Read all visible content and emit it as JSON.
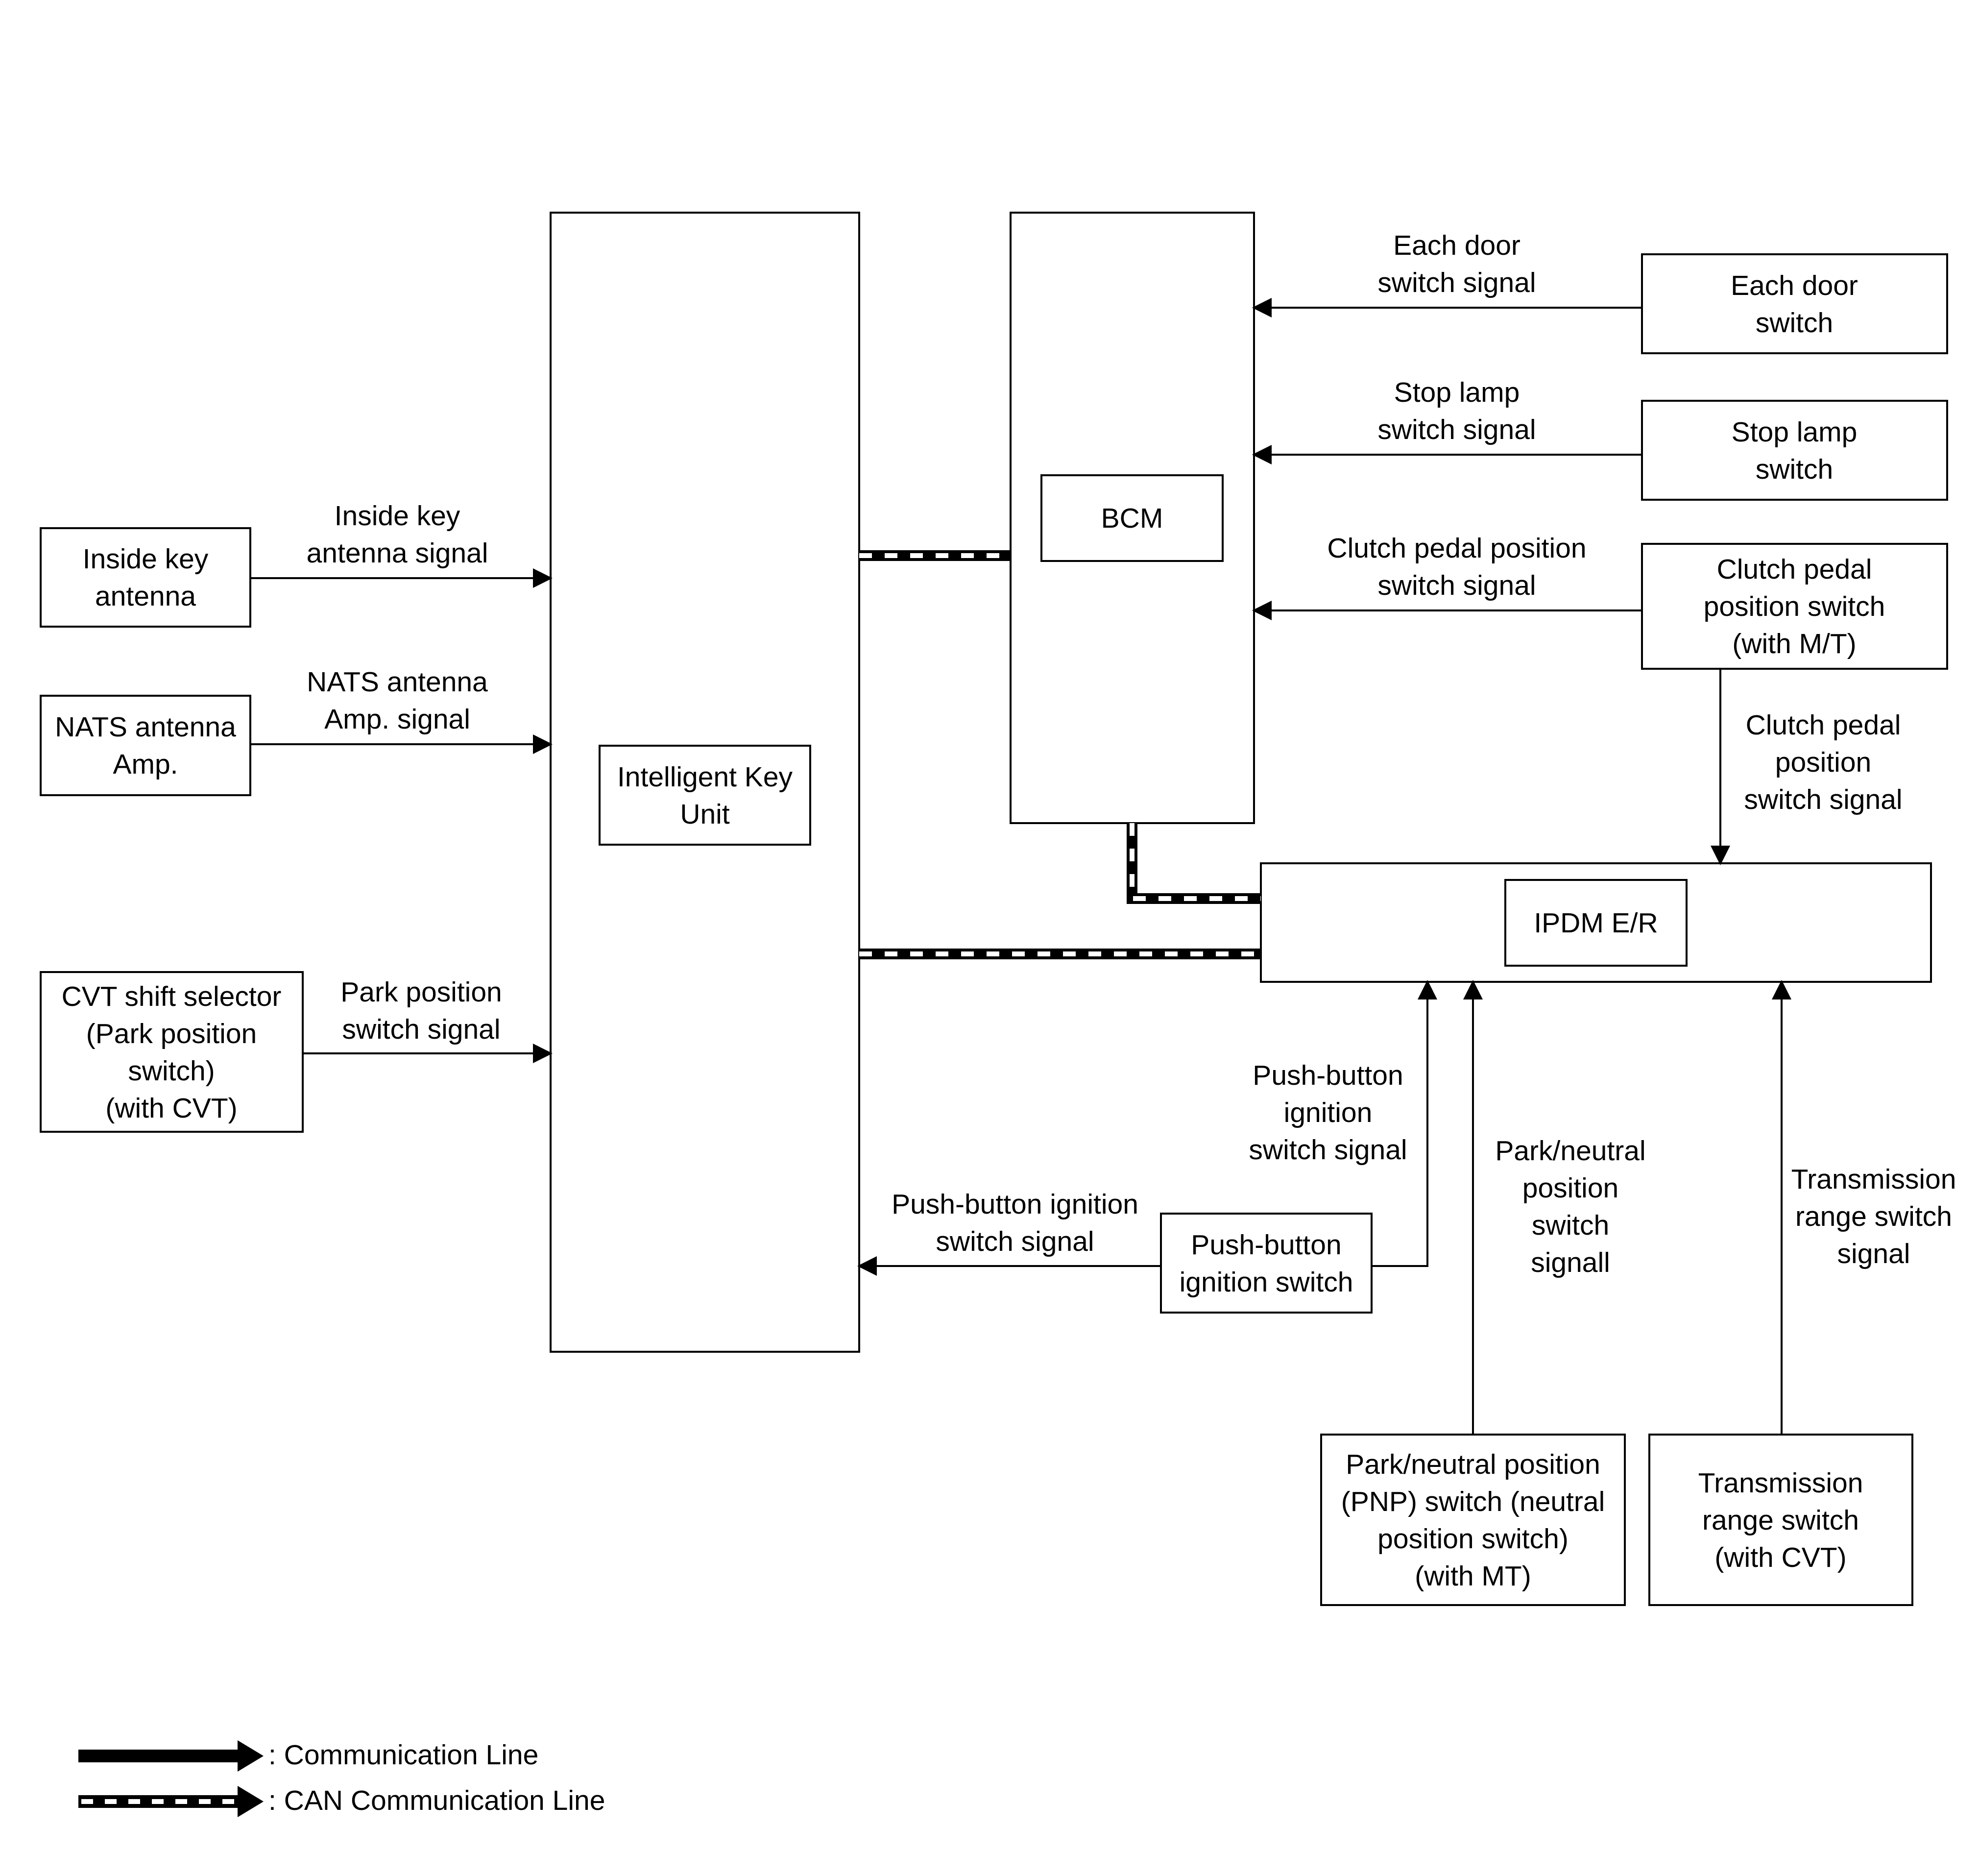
{
  "blocks": {
    "intelligent_key_unit": "Intelligent Key\nUnit",
    "bcm": "BCM",
    "ipdm_er": "IPDM E/R",
    "inside_key_antenna": "Inside key\nantenna",
    "nats_antenna_amp": "NATS antenna\nAmp.",
    "cvt_shift_selector": "CVT shift selector\n(Park position\nswitch)\n(with CVT)",
    "each_door_switch": "Each door\nswitch",
    "stop_lamp_switch": "Stop lamp\nswitch",
    "clutch_pedal_position_switch": "Clutch pedal\nposition switch\n(with M/T)",
    "push_button_ignition_switch": "Push-button\nignition switch",
    "pnp_switch": "Park/neutral position\n(PNP) switch (neutral\nposition switch)\n(with MT)",
    "transmission_range_switch": "Transmission\nrange switch\n(with CVT)"
  },
  "signals": {
    "inside_key_antenna_signal": "Inside key\nantenna signal",
    "nats_antenna_amp_signal": "NATS antenna\nAmp. signal",
    "park_position_switch_signal": "Park position\nswitch signal",
    "each_door_switch_signal": "Each door\nswitch signal",
    "stop_lamp_switch_signal": "Stop lamp\nswitch signal",
    "clutch_pedal_switch_signal_to_bcm": "Clutch pedal position\nswitch signal",
    "clutch_pedal_switch_signal_to_ipdm": "Clutch pedal\nposition\nswitch signal",
    "push_button_ignition_signal_to_ipdm": "Push-button\nignition\nswitch signal",
    "push_button_ignition_signal_to_iku": "Push-button ignition\nswitch signal",
    "pnp_switch_signal": "Park/neutral\nposition\nswitch\nsignall",
    "transmission_range_switch_signal": "Transmission\nrange switch\nsignal"
  },
  "legend": {
    "communication_line": ": Communication Line",
    "can_communication_line": ": CAN Communication Line"
  }
}
